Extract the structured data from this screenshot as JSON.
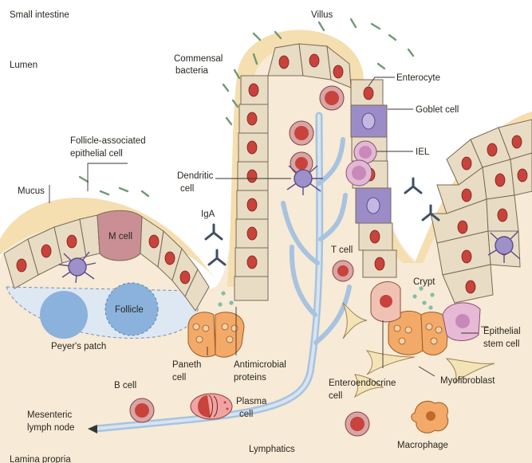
{
  "labels": {
    "small_intestine": "Small intestine",
    "lumen": "Lumen",
    "villus": "Villus",
    "commensal_line1": "Commensal",
    "commensal_line2": "bacteria",
    "enterocyte": "Enterocyte",
    "goblet_cell": "Goblet cell",
    "iel": "IEL",
    "fae_line1": "Follicle-associated",
    "fae_line2": "epithelial cell",
    "dendritic_line1": "Dendritic",
    "dendritic_line2": "cell",
    "mucus": "Mucus",
    "iga": "IgA",
    "m_cell": "M cell",
    "t_cell": "T cell",
    "crypt": "Crypt",
    "follicle": "Follicle",
    "peyers_patch": "Peyer's patch",
    "paneth_line1": "Paneth",
    "paneth_line2": "cell",
    "antimicrobial_line1": "Antimicrobial",
    "antimicrobial_line2": "proteins",
    "epithelial_stem_line1": "Epithelial",
    "epithelial_stem_line2": "stem cell",
    "enteroendocrine_line1": "Enteroendocrine",
    "enteroendocrine_line2": "cell",
    "myofibroblast": "Myofibroblast",
    "b_cell": "B cell",
    "plasma_line1": "Plasma",
    "plasma_line2": "cell",
    "mesenteric_line1": "Mesenteric",
    "mesenteric_line2": "lymph node",
    "lymphatics": "Lymphatics",
    "macrophage": "Macrophage",
    "lamina_propria": "Lamina propria"
  },
  "colors": {
    "mucus": "#f5deb0",
    "lamina": "#f7ead6",
    "enterocyte": "#e8dcc4",
    "nucleus": "#c8433b",
    "goblet": "#9b8cc8",
    "m_cell": "#c98f94",
    "paneth": "#f3a968",
    "follicle": "#8ab2dc",
    "lymphatic": "#a7c3df",
    "bacteria": "#6f9a78",
    "iga": "#3f4f63",
    "dendritic": "#9e90c8"
  }
}
